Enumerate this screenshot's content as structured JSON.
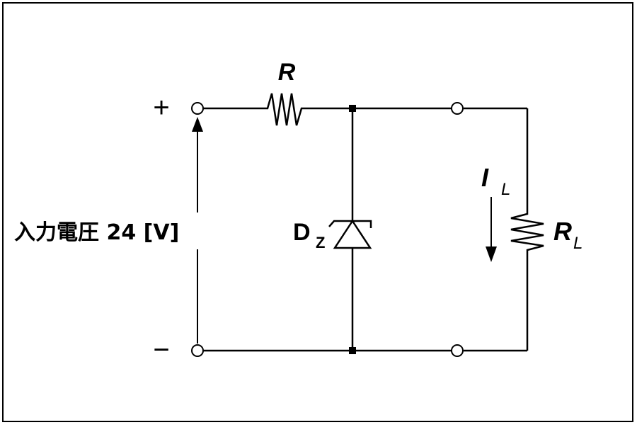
{
  "circuit": {
    "terminal_plus": "+",
    "terminal_minus": "−",
    "input_voltage_label": "入力電圧 24 [V]",
    "resistor_label": "R",
    "zener_label_main": "D",
    "zener_label_sub": "Z",
    "current_label_main": "I",
    "current_label_sub": "L",
    "load_label_main": "R",
    "load_label_sub": "L"
  }
}
